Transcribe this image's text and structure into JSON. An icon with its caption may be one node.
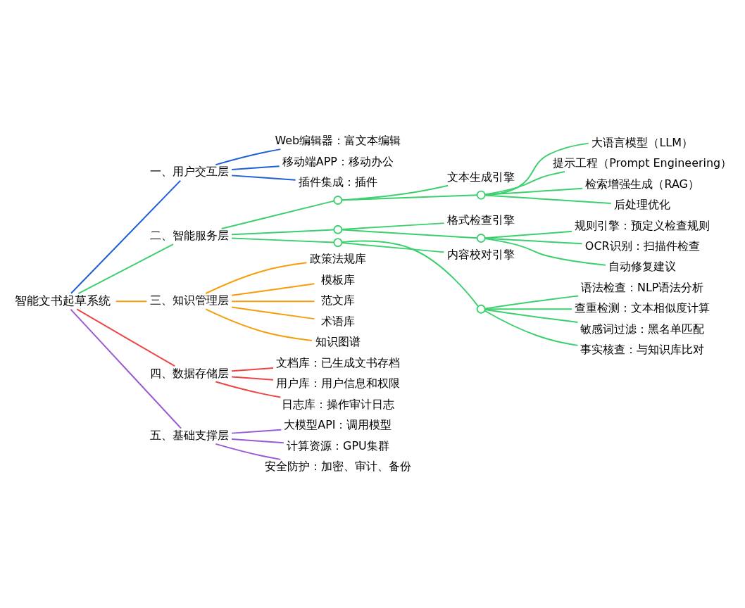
{
  "diagram": {
    "nodes": [
      {
        "text": [
          "智能文书起草系统"
        ]
      },
      {
        "text": [
          "一、用户交互层"
        ]
      },
      {
        "text": [
          "Web编辑器：富文本编辑"
        ]
      },
      {
        "text": [
          "移动端APP：移动办公"
        ]
      },
      {
        "text": [
          "插件集成：插件"
        ]
      },
      {
        "text": [
          "二、智能服务层"
        ]
      },
      {
        "text": [],
        "shape": "circle"
      },
      {
        "text": [
          "文本生成引擎"
        ]
      },
      {
        "text": [],
        "shape": "circle"
      },
      {
        "text": [
          "大语言模型（LLM）"
        ]
      },
      {
        "text": [
          "提示工程（Prompt Engineering）"
        ]
      },
      {
        "text": [
          "检索增强生成（RAG）"
        ]
      },
      {
        "text": [
          "后处理优化"
        ]
      },
      {
        "text": [],
        "shape": "circle"
      },
      {
        "text": [
          "格式检查引擎"
        ]
      },
      {
        "text": [],
        "shape": "circle"
      },
      {
        "text": [
          "规则引擎：预定义检查规则"
        ]
      },
      {
        "text": [
          "OCR识别：扫描件检查"
        ]
      },
      {
        "text": [
          "自动修复建议"
        ]
      },
      {
        "text": [],
        "shape": "circle"
      },
      {
        "text": [
          "内容校对引擎"
        ]
      },
      {
        "text": [],
        "shape": "circle"
      },
      {
        "text": [
          "语法检查：NLP语法分析"
        ]
      },
      {
        "text": [
          "查重检测：文本相似度计算"
        ]
      },
      {
        "text": [
          "敏感词过滤：黑名单匹配"
        ]
      },
      {
        "text": [
          "事实核查：与知识库比对"
        ]
      },
      {
        "text": [
          "三、知识管理层"
        ]
      },
      {
        "text": [
          "政策法规库"
        ]
      },
      {
        "text": [
          "模板库"
        ]
      },
      {
        "text": [
          "范文库"
        ]
      },
      {
        "text": [
          "术语库"
        ]
      },
      {
        "text": [
          "知识图谱"
        ]
      },
      {
        "text": [
          "四、数据存储层"
        ]
      },
      {
        "text": [
          "文档库：已生成文书存档"
        ]
      },
      {
        "text": [
          "用户库：用户信息和权限"
        ]
      },
      {
        "text": [
          "日志库：操作审计日志"
        ]
      },
      {
        "text": [
          "五、基础支撑层"
        ]
      },
      {
        "text": [
          "大模型API：调用模型"
        ]
      },
      {
        "text": [
          "计算资源：GPU集群"
        ]
      },
      {
        "text": [
          "安全防护：加密、审计、备份"
        ]
      }
    ],
    "edges": [
      {
        "from": 0,
        "to": 1,
        "arrow": "none",
        "color": "#1f5fd8"
      },
      {
        "from": 1,
        "to": 2,
        "arrow": "none",
        "color": "#1f5fd8"
      },
      {
        "from": 1,
        "to": 3,
        "arrow": "none",
        "color": "#1f5fd8"
      },
      {
        "from": 1,
        "to": 4,
        "arrow": "none",
        "color": "#1f5fd8"
      },
      {
        "from": 0,
        "to": 5,
        "arrow": "none"
      },
      {
        "from": 5,
        "to": 6,
        "arrow": "none"
      },
      {
        "from": 6,
        "to": 7,
        "arrow": "none"
      },
      {
        "from": 6,
        "to": 8,
        "arrow": "none"
      },
      {
        "from": 8,
        "to": 9,
        "arrow": "none"
      },
      {
        "from": 8,
        "to": 10,
        "arrow": "none"
      },
      {
        "from": 8,
        "to": 11,
        "arrow": "none"
      },
      {
        "from": 8,
        "to": 12,
        "arrow": "none"
      },
      {
        "from": 5,
        "to": 13,
        "arrow": "none"
      },
      {
        "from": 13,
        "to": 14,
        "arrow": "none"
      },
      {
        "from": 13,
        "to": 15,
        "arrow": "none"
      },
      {
        "from": 15,
        "to": 16,
        "arrow": "none"
      },
      {
        "from": 15,
        "to": 17,
        "arrow": "none"
      },
      {
        "from": 15,
        "to": 18,
        "arrow": "none"
      },
      {
        "from": 5,
        "to": 19,
        "arrow": "none"
      },
      {
        "from": 19,
        "to": 20,
        "arrow": "none"
      },
      {
        "from": 19,
        "to": 21,
        "arrow": "none"
      },
      {
        "from": 21,
        "to": 22,
        "arrow": "none"
      },
      {
        "from": 21,
        "to": 23,
        "arrow": "none"
      },
      {
        "from": 21,
        "to": 24,
        "arrow": "none"
      },
      {
        "from": 21,
        "to": 25,
        "arrow": "none"
      },
      {
        "from": 0,
        "to": 26,
        "arrow": "none",
        "color": "#f59e0b"
      },
      {
        "from": 26,
        "to": 27,
        "arrow": "none",
        "color": "#f59e0b"
      },
      {
        "from": 26,
        "to": 28,
        "arrow": "none",
        "color": "#f59e0b"
      },
      {
        "from": 26,
        "to": 29,
        "arrow": "none",
        "color": "#f59e0b"
      },
      {
        "from": 26,
        "to": 30,
        "arrow": "none",
        "color": "#f59e0b"
      },
      {
        "from": 26,
        "to": 31,
        "arrow": "none",
        "color": "#f59e0b"
      },
      {
        "from": 0,
        "to": 32,
        "arrow": "none",
        "color": "#ef4444"
      },
      {
        "from": 32,
        "to": 33,
        "arrow": "none",
        "color": "#ef4444"
      },
      {
        "from": 32,
        "to": 34,
        "arrow": "none",
        "color": "#ef4444"
      },
      {
        "from": 32,
        "to": 35,
        "arrow": "none",
        "color": "#ef4444"
      },
      {
        "from": 0,
        "to": 36,
        "arrow": "none",
        "color": "#9b59d6"
      },
      {
        "from": 36,
        "to": 37,
        "arrow": "none",
        "color": "#9b59d6"
      },
      {
        "from": 36,
        "to": 38,
        "arrow": "none",
        "color": "#9b59d6"
      },
      {
        "from": 36,
        "to": 39,
        "arrow": "none",
        "color": "#9b59d6"
      }
    ]
  }
}
